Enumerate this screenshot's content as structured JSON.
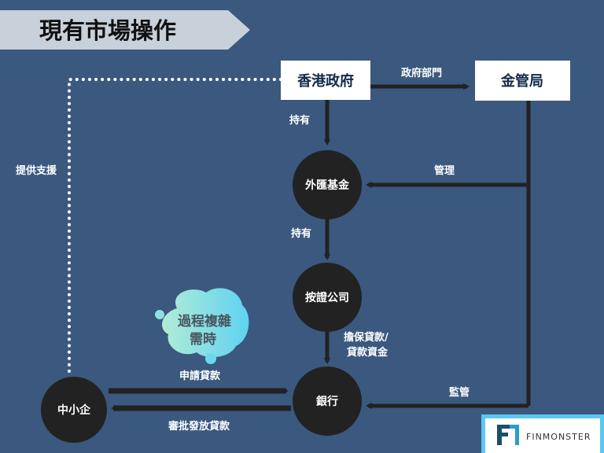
{
  "title": "現有市場操作",
  "nodes": {
    "hk_gov": "香港政府",
    "hkma": "金管局",
    "exchange_fund": "外匯基金",
    "hkmc": "按證公司",
    "bank": "銀行",
    "sme": "中小企"
  },
  "edges": {
    "gov_dept": "政府部門",
    "hold1": "持有",
    "hold2": "持有",
    "manage": "管理",
    "guarantee_line1": "擔保貸款/",
    "guarantee_line2": "貸款資金",
    "supervise": "監管",
    "apply_loan": "申請貸款",
    "approve_loan": "審批發放貸款",
    "support": "提供支援"
  },
  "callout": {
    "line1": "過程複雜",
    "line2": "需時"
  },
  "logo": {
    "text": "FINMONSTER"
  },
  "colors": {
    "background": "#3b587e",
    "banner": "#c8d0da",
    "node": "#222222",
    "logo_border": "#5bc8f0"
  }
}
